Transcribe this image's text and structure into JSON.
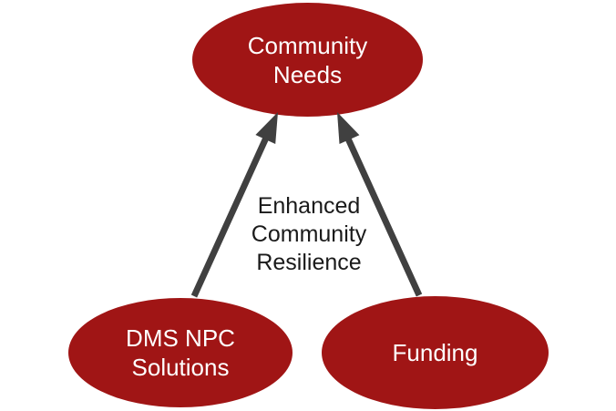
{
  "nodes": {
    "top": {
      "label": "Community Needs",
      "line1": "Community",
      "line2": "Needs"
    },
    "left": {
      "label": "DMS NPC Solutions",
      "line1": "DMS NPC",
      "line2": "Solutions"
    },
    "right": {
      "label": "Funding",
      "line1": "Funding"
    }
  },
  "edge_label": {
    "text": "Enhanced Community Resilience",
    "line1": "Enhanced",
    "line2": "Community",
    "line3": "Resilience"
  },
  "edges": [
    {
      "from": "DMS NPC Solutions",
      "to": "Community Needs"
    },
    {
      "from": "Funding",
      "to": "Community Needs"
    }
  ],
  "colors": {
    "background": "#ffffff",
    "node_fill": "#a01515",
    "node_text": "#ffffff",
    "arrow": "#404040",
    "label_text": "#1a1a1a"
  }
}
